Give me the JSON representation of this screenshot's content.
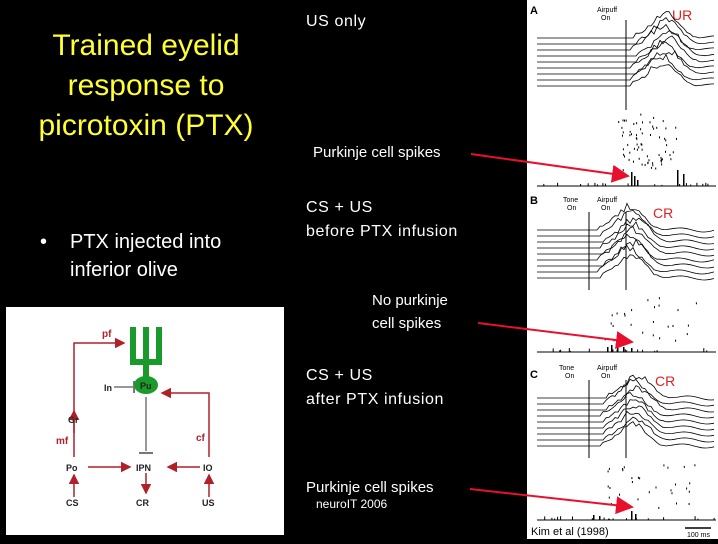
{
  "title": {
    "lines": [
      "Trained eyelid",
      "response to",
      "picrotoxin (PTX)"
    ]
  },
  "bullet": {
    "dot": "•",
    "lines": [
      "PTX injected into",
      "inferior olive"
    ]
  },
  "labels": {
    "us_only": "US only",
    "spikes_1": "Purkinje cell spikes",
    "cs_us_before_1": "CS + US",
    "cs_us_before_2": "before PTX infusion",
    "no_spikes_1": "No purkinje",
    "no_spikes_2": "cell spikes",
    "cs_us_after_1": "CS + US",
    "cs_us_after_2": "after PTX infusion",
    "spikes_3": "Purkinje cell spikes"
  },
  "credit": "neuroIT 2006",
  "diagram": {
    "pf": "pf",
    "pu": "Pu",
    "in": "In",
    "gr": "Gr",
    "mf": "mf",
    "cf": "cf",
    "po": "Po",
    "ipn": "IPN",
    "io": "IO",
    "cs": "CS",
    "cr": "CR",
    "us": "US"
  },
  "figure": {
    "panels": [
      {
        "letter": "A",
        "airpuff": [
          "Airpuff",
          "On"
        ],
        "response": "UR"
      },
      {
        "letter": "B",
        "tone": [
          "Tone",
          "On"
        ],
        "airpuff": [
          "Airpuff",
          "On"
        ],
        "response": "CR"
      },
      {
        "letter": "C",
        "tone": [
          "Tone",
          "On"
        ],
        "airpuff": [
          "Airpuff",
          "On"
        ],
        "response": "CR"
      }
    ],
    "citation": "Kim et al (1998)",
    "scale": "100 ms"
  },
  "colors": {
    "title": "#ffff33",
    "arrow": "#e8112d",
    "diagram_red": "#b0202a",
    "diagram_green": "#1a9a2a",
    "response_red": "#d22"
  }
}
